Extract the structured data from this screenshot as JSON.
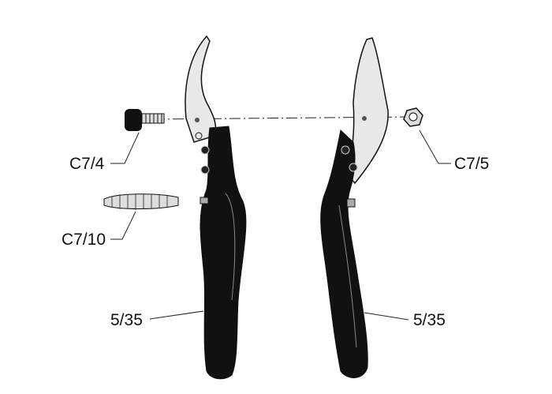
{
  "parts": {
    "bolt": {
      "label": "C7/4"
    },
    "nut": {
      "label": "C7/5"
    },
    "spring": {
      "label": "C7/10"
    },
    "handle_left": {
      "label": "5/35"
    },
    "handle_right": {
      "label": "5/35"
    }
  },
  "colors": {
    "handle": "#111111",
    "blade": "#e6e6e6",
    "line": "#222222"
  }
}
